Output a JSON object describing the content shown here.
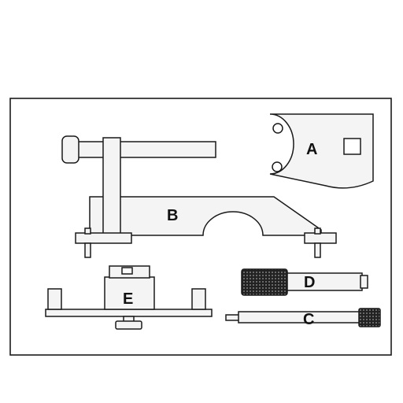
{
  "diagram": {
    "labels": {
      "a": "A",
      "b": "B",
      "c": "C",
      "d": "D",
      "e": "E"
    },
    "colors": {
      "background": "#ffffff",
      "part_fill": "#f4f4f4",
      "outline": "#1a1a1a",
      "knurl_fill": "#222222",
      "knurl_dot": "#9a9a9a"
    }
  }
}
